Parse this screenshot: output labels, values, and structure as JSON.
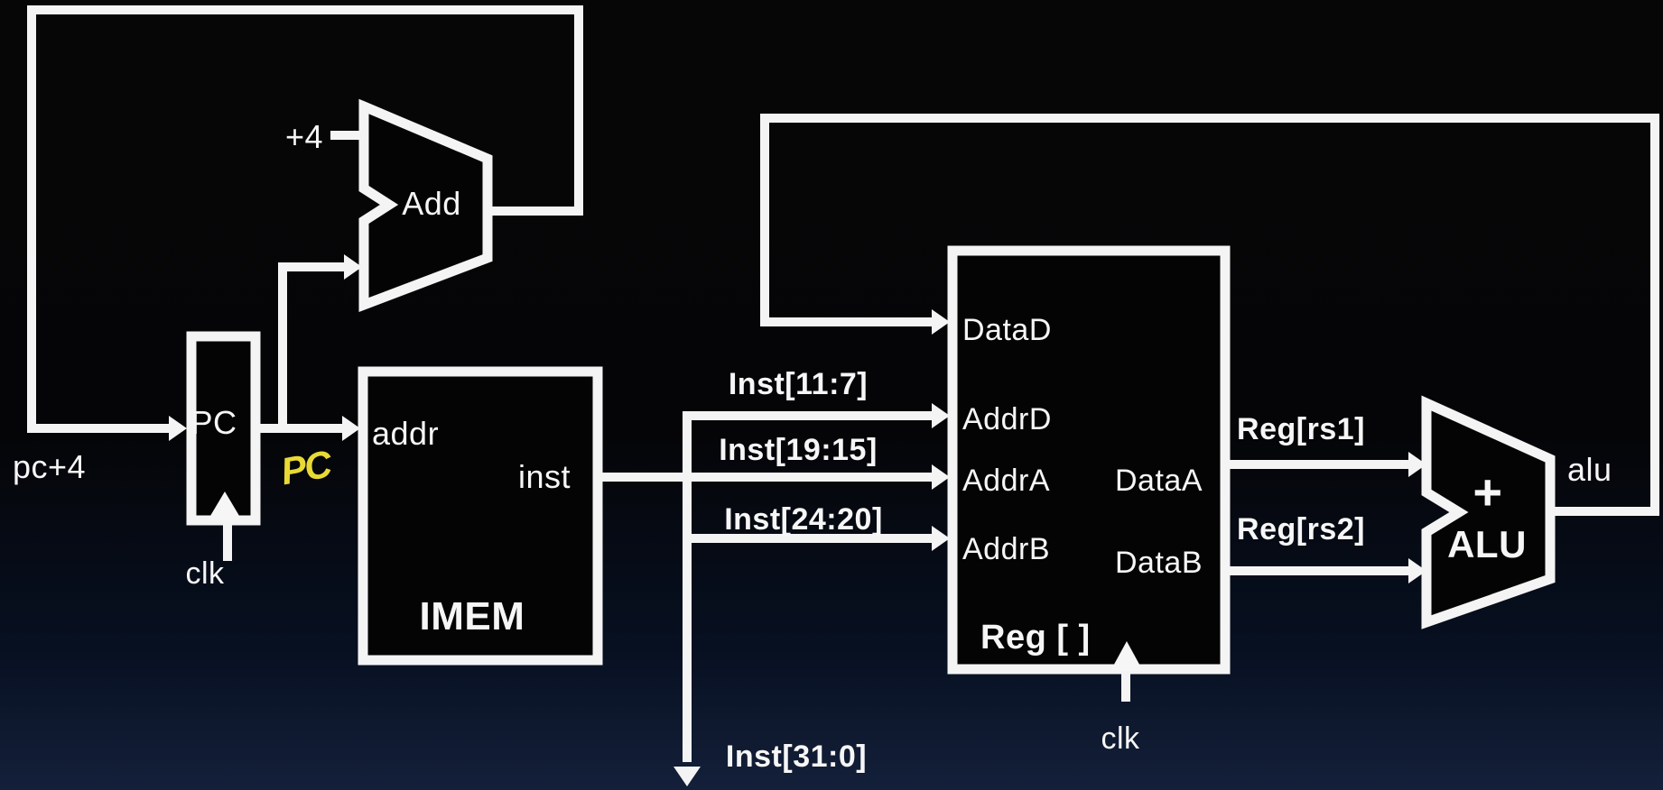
{
  "colors": {
    "background_top": "#060606",
    "background_bottom": "#14203a",
    "wire": "#f4f4f4",
    "block_fill": "#040404",
    "text": "#f6f6f6",
    "annotation_yellow": "#e8d935"
  },
  "blocks": {
    "pc": {
      "name": "PC",
      "clk_label": "clk"
    },
    "adder": {
      "name": "Add",
      "increment_input": "+4"
    },
    "imem": {
      "name": "IMEM",
      "addr_port": "addr",
      "inst_port": "inst"
    },
    "regfile": {
      "name": "Reg [ ]",
      "clk_label": "clk",
      "data_d_port": "DataD",
      "addr_d_port": "AddrD",
      "addr_a_port": "AddrA",
      "addr_b_port": "AddrB",
      "data_a_port": "DataA",
      "data_b_port": "DataB"
    },
    "alu": {
      "name": "ALU",
      "op_symbol": "+",
      "output_label": "alu"
    }
  },
  "wires": {
    "pc_plus_4": "pc+4",
    "inst_11_7": "Inst[11:7]",
    "inst_19_15": "Inst[19:15]",
    "inst_24_20": "Inst[24:20]",
    "inst_31_0": "Inst[31:0]",
    "reg_rs1": "Reg[rs1]",
    "reg_rs2": "Reg[rs2]"
  },
  "annotations": {
    "handwritten_pc": "PC"
  }
}
